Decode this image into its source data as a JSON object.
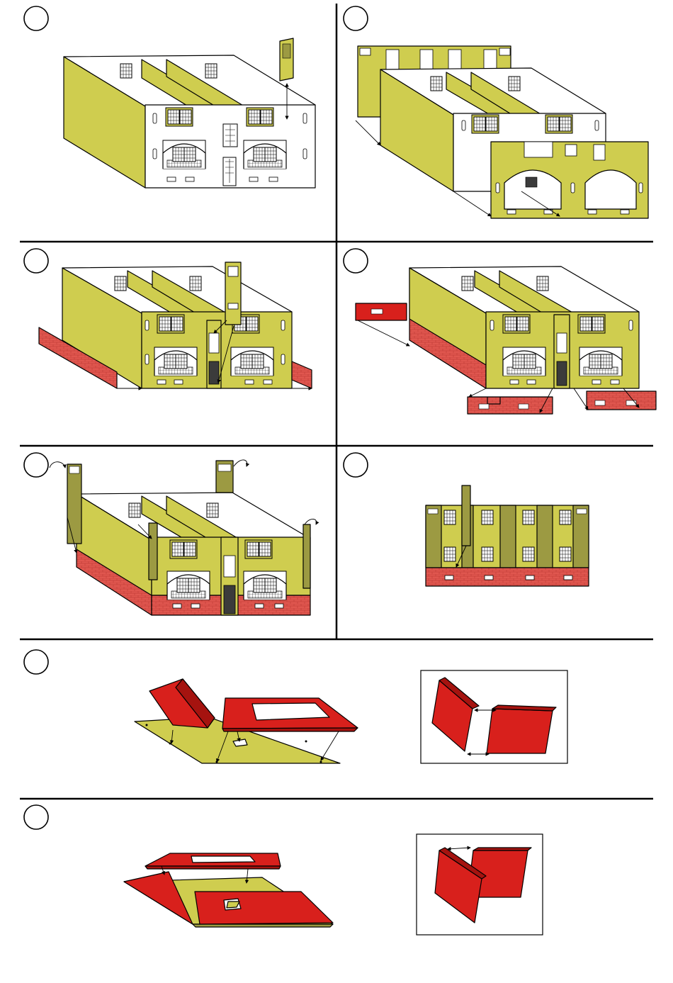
{
  "page": {
    "colors": {
      "wall": "#cfcd4f",
      "wall_dark": "#9c9a42",
      "brick": "#e0574f",
      "roof": "#d8201c",
      "white": "#ffffff",
      "outline": "#000000"
    }
  },
  "steps": [
    {
      "id": "step-1",
      "icon": "step-circle"
    },
    {
      "id": "step-2",
      "icon": "step-circle"
    },
    {
      "id": "step-3",
      "icon": "step-circle"
    },
    {
      "id": "step-4",
      "icon": "step-circle"
    },
    {
      "id": "step-5",
      "icon": "step-circle"
    },
    {
      "id": "step-6",
      "icon": "step-circle"
    },
    {
      "id": "step-7",
      "icon": "step-circle"
    },
    {
      "id": "step-8",
      "icon": "step-circle"
    }
  ]
}
